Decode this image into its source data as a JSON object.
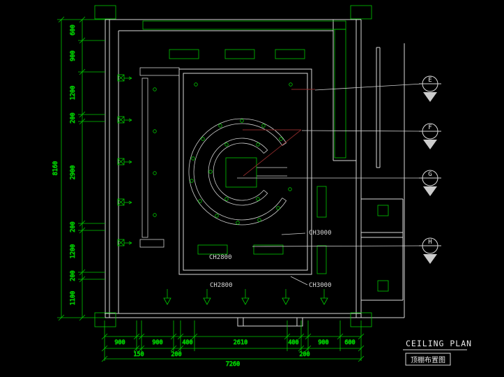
{
  "title_block": {
    "title": "CEILING PLAN",
    "subtitle_cn": "顶棚布置图"
  },
  "ceiling_labels": {
    "ch3000_mid": "CH3000",
    "ch2800_inner": "CH2800",
    "ch2800_outer": "CH2800",
    "ch3000_bottom": "CH3000"
  },
  "elevation_markers": [
    {
      "label": "E"
    },
    {
      "label": "F"
    },
    {
      "label": "G"
    },
    {
      "label": "H"
    }
  ],
  "dimensions": {
    "left": {
      "segments": [
        "600",
        "900",
        "1200",
        "200",
        "2900",
        "200",
        "1200",
        "200",
        "1100"
      ],
      "total": "8160"
    },
    "bottom": {
      "segments": [
        "900",
        "900",
        "400",
        "2610",
        "400",
        "900",
        "600"
      ],
      "sub_segments": [
        "150",
        "200",
        "200"
      ],
      "total": "7260"
    }
  },
  "colors": {
    "background": "#000000",
    "wall_line": "#d9d9d9",
    "cad_green": "#00c800",
    "leader_red": "#8b2a2a"
  }
}
